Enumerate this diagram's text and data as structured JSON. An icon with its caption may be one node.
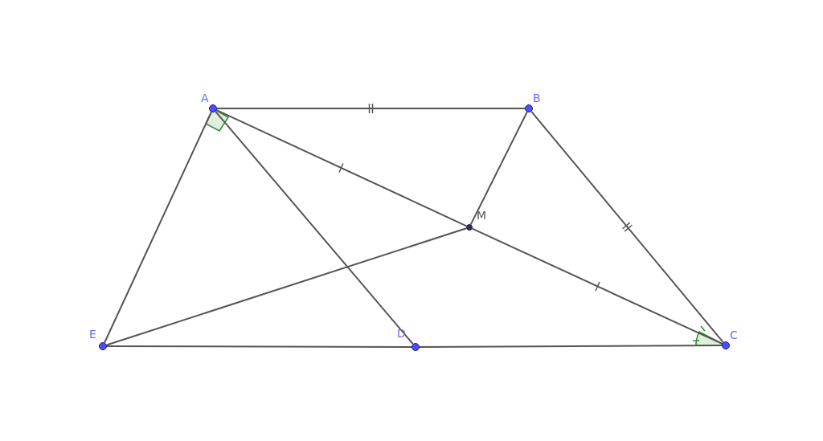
{
  "diagram": {
    "nodes": [
      {
        "text": [
          "A"
        ]
      },
      {
        "text": [
          "B"
        ]
      },
      {
        "text": [
          "M"
        ]
      },
      {
        "text": [
          "C"
        ]
      },
      {
        "text": [
          "D"
        ]
      },
      {
        "text": [
          "E"
        ]
      }
    ],
    "edges": [
      {
        "from": 0,
        "to": 1,
        "arrow": "none"
      },
      {
        "from": 1,
        "to": 3,
        "arrow": "none"
      },
      {
        "from": 5,
        "to": 4,
        "arrow": "none"
      },
      {
        "from": 4,
        "to": 3,
        "arrow": "none"
      },
      {
        "from": 5,
        "to": 0,
        "arrow": "none"
      },
      {
        "from": 0,
        "to": 4,
        "arrow": "none"
      },
      {
        "from": 0,
        "to": 2,
        "arrow": "none"
      },
      {
        "from": 2,
        "to": 3,
        "arrow": "none"
      },
      {
        "from": 1,
        "to": 2,
        "arrow": "none"
      },
      {
        "from": 5,
        "to": 2,
        "arrow": "none"
      }
    ]
  }
}
